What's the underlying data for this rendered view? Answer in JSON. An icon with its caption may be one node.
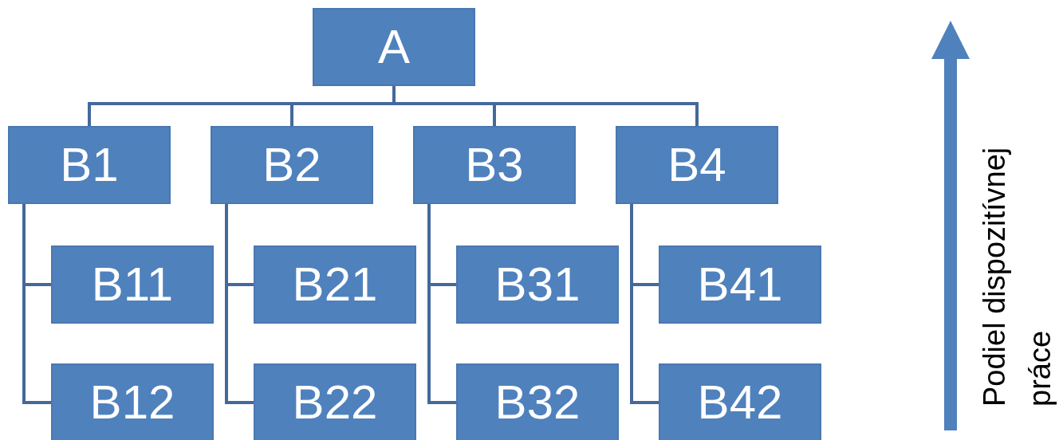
{
  "diagram": {
    "nodes": [
      {
        "text": [
          "A"
        ]
      },
      {
        "text": [
          "B1"
        ]
      },
      {
        "text": [
          "B2"
        ]
      },
      {
        "text": [
          "B3"
        ]
      },
      {
        "text": [
          "B4"
        ]
      },
      {
        "text": [
          "B11"
        ]
      },
      {
        "text": [
          "B21"
        ]
      },
      {
        "text": [
          "B31"
        ]
      },
      {
        "text": [
          "B41"
        ]
      },
      {
        "text": [
          "B12"
        ]
      },
      {
        "text": [
          "B22"
        ]
      },
      {
        "text": [
          "B32"
        ]
      },
      {
        "text": [
          "B42"
        ]
      }
    ],
    "edges": [
      {
        "from": 0,
        "to": 1,
        "arrow": "none"
      },
      {
        "from": 0,
        "to": 2,
        "arrow": "none"
      },
      {
        "from": 0,
        "to": 3,
        "arrow": "none"
      },
      {
        "from": 0,
        "to": 4,
        "arrow": "none"
      },
      {
        "from": 1,
        "to": 5,
        "arrow": "none"
      },
      {
        "from": 1,
        "to": 9,
        "arrow": "none"
      },
      {
        "from": 2,
        "to": 6,
        "arrow": "none"
      },
      {
        "from": 2,
        "to": 10,
        "arrow": "none"
      },
      {
        "from": 3,
        "to": 7,
        "arrow": "none"
      },
      {
        "from": 3,
        "to": 11,
        "arrow": "none"
      },
      {
        "from": 4,
        "to": 8,
        "arrow": "none"
      },
      {
        "from": 4,
        "to": 12,
        "arrow": "none"
      }
    ],
    "labels": [
      "Podiel dispozitívnej práce"
    ]
  }
}
